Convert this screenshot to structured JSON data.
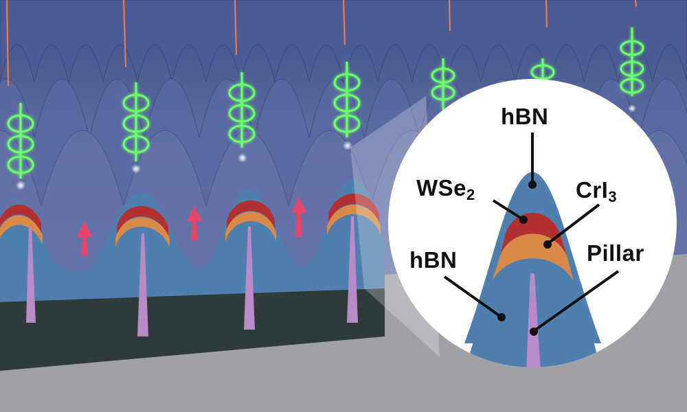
{
  "figure": {
    "type": "scientific-illustration",
    "description": "Array of hBN-encapsulated WSe2/CrI3 heterostructure bumps on nanopillars emitting circularly polarized single photons",
    "colors": {
      "background_top": "#3d4d86",
      "hbn_blue": "#4f7fae",
      "wse2_red": "#b23030",
      "cri3_orange": "#d98a48",
      "pillar_purple": "#b88ac8",
      "substrate_dark": "#2f3a3a",
      "photon_green": "#6cff6c",
      "laser_orange": "#ff7a3a",
      "spin_arrow_pink": "#e8456a",
      "inset_bg": "#ffffff"
    }
  },
  "inset": {
    "labels": {
      "top_hbn": "hBN",
      "wse2_main": "WSe",
      "wse2_sub": "2",
      "cri3_main": "CrI",
      "cri3_sub": "3",
      "bottom_hbn": "hBN",
      "pillar": "Pillar"
    }
  }
}
